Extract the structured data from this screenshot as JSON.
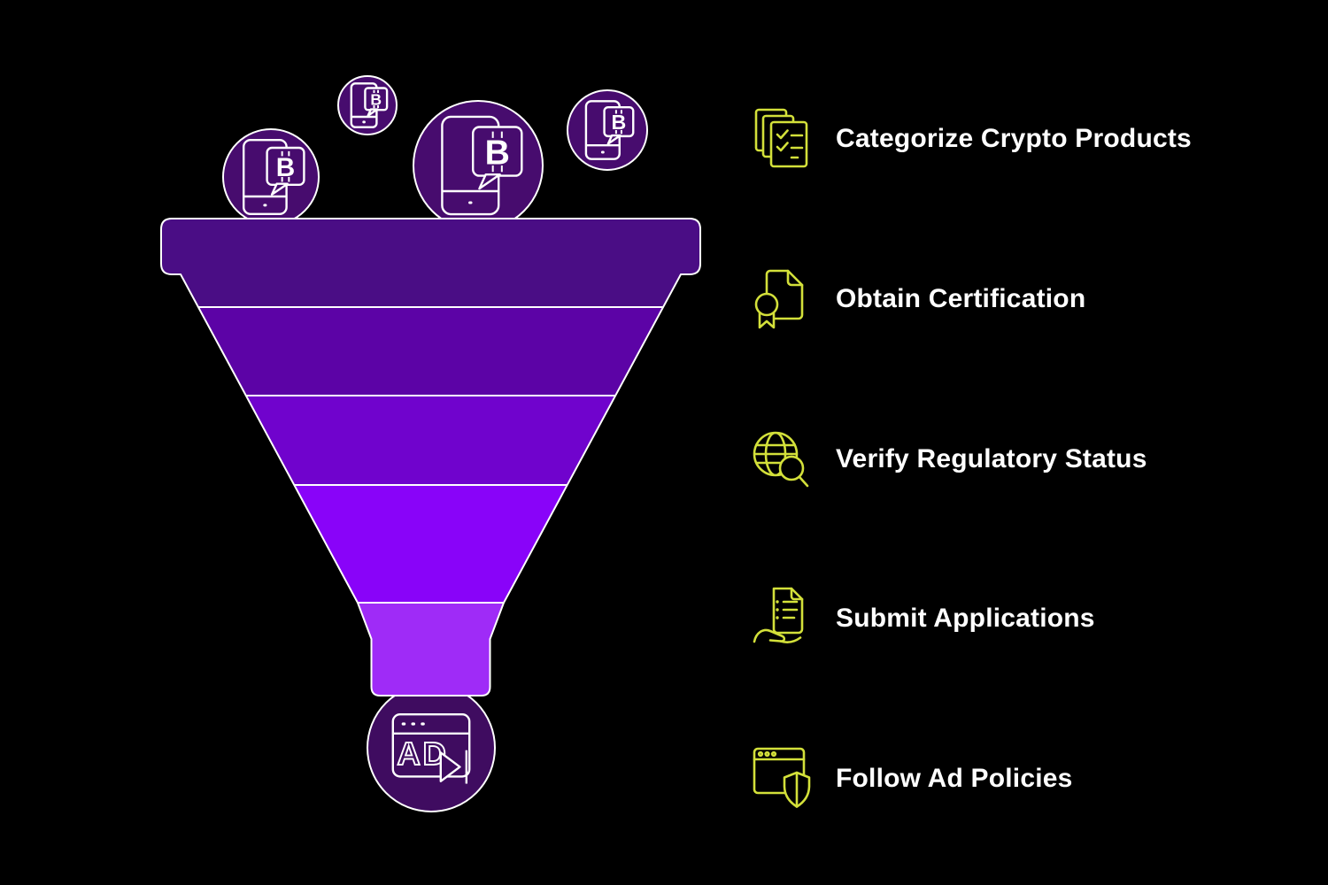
{
  "background_color": "#000000",
  "funnel": {
    "outline_color": "#ffffff",
    "segments": [
      {
        "name": "stage-1",
        "color": "#4A0D85"
      },
      {
        "name": "stage-2",
        "color": "#5C03A6"
      },
      {
        "name": "stage-3",
        "color": "#7003CD"
      },
      {
        "name": "stage-4",
        "color": "#8903F9"
      },
      {
        "name": "stage-5",
        "color": "#9F2BF7"
      }
    ],
    "input_bubbles": {
      "icon": "smartphone-bitcoin-message-icon",
      "fill_color": "#470C6E",
      "count": 4,
      "currency_symbol": "B"
    },
    "output_bubble": {
      "icon": "ad-browser-play-icon",
      "fill_color": "#3F0C60",
      "label": "AD"
    }
  },
  "steps": [
    {
      "label": "Categorize Crypto Products",
      "icon": "checklist-documents-icon"
    },
    {
      "label": "Obtain Certification",
      "icon": "certificate-ribbon-icon"
    },
    {
      "label": "Verify Regulatory Status",
      "icon": "globe-magnifier-icon"
    },
    {
      "label": "Submit Applications",
      "icon": "document-in-hand-icon"
    },
    {
      "label": "Follow Ad Policies",
      "icon": "browser-shield-icon"
    }
  ],
  "step_style": {
    "icon_stroke_color": "#D3E03A",
    "label_color": "#ffffff"
  }
}
